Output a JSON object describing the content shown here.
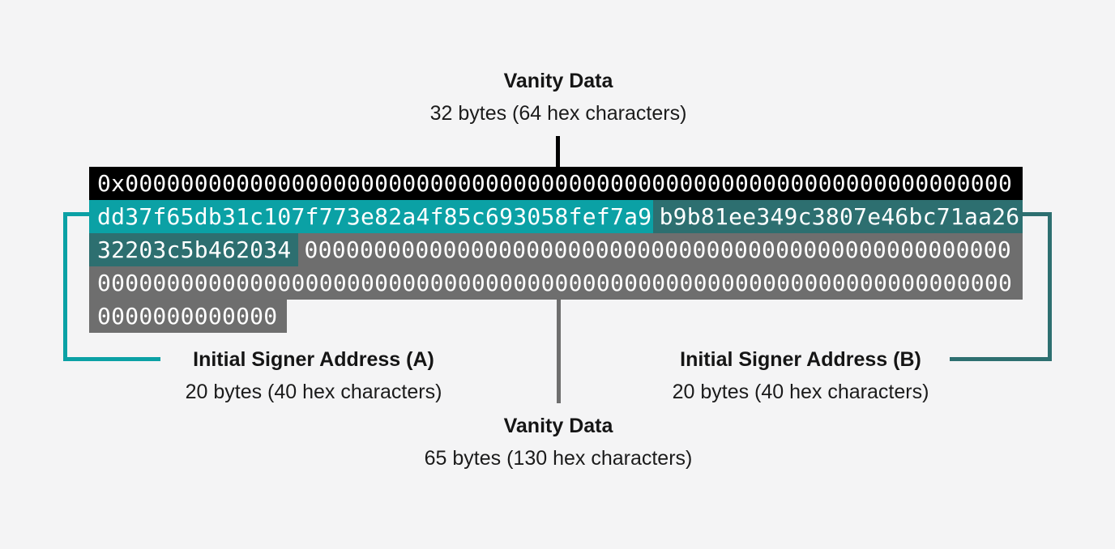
{
  "palette": {
    "background": "#f4f4f5",
    "row_black": "#000000",
    "teal_bright": "#0ba1a5",
    "teal_dark": "#2d6f70",
    "row_gray": "#6e6e6e",
    "hex_text": "#ffffff",
    "label_text": "#151515"
  },
  "labels": {
    "top_vanity": {
      "title": "Vanity Data",
      "subtitle": "32 bytes (64 hex characters)"
    },
    "signer_a": {
      "title": "Initial Signer Address (A)",
      "subtitle": "20 bytes (40 hex characters)"
    },
    "signer_b": {
      "title": "Initial Signer Address (B)",
      "subtitle": "20 bytes (40 hex characters)"
    },
    "bottom_vanity": {
      "title": "Vanity Data",
      "subtitle": "65 bytes (130 hex characters)"
    }
  },
  "hex_rows": {
    "row1_prefix_and_vanity": "0x0000000000000000000000000000000000000000000000000000000000000000",
    "row2_signer_a": "dd37f65db31c107f773e82a4f85c693058fef7a9",
    "row2_signer_b_part1": "b9b81ee349c3807e46bc71aa26",
    "row3_signer_b_part2": "32203c5b462034",
    "row3_vanity_zeros": "000000000000000000000000000000000000000000000000000",
    "row4_vanity_zeros": "000000000000000000000000000000000000000000000000000000000000000000",
    "row5_vanity_zeros": "0000000000000"
  }
}
